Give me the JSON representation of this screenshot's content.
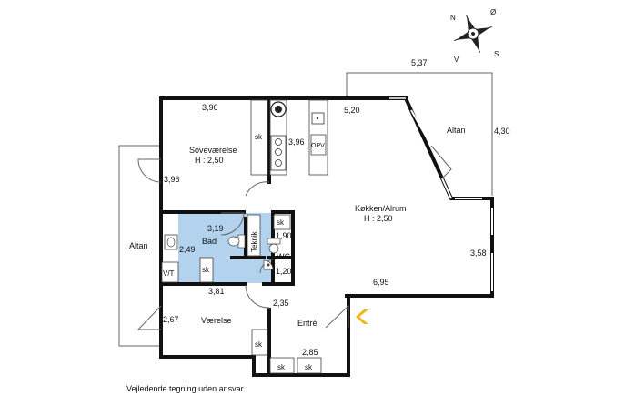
{
  "compass": {
    "n": "N",
    "o": "Ø",
    "s": "S",
    "v": "V"
  },
  "rooms": {
    "sovevaerelse": {
      "name": "Soveværelse",
      "height": "H : 2,50"
    },
    "koekken": {
      "name": "Køkken/Alrum",
      "height": "H : 2,50"
    },
    "bad": {
      "name": "Bad"
    },
    "wc": {
      "name": "WC"
    },
    "teknik": {
      "name": "Teknik"
    },
    "vaerelse": {
      "name": "Værelse"
    },
    "entre": {
      "name": "Entré"
    },
    "altan_left": {
      "name": "Altan"
    },
    "altan_right": {
      "name": "Altan"
    }
  },
  "dimensions": {
    "d_537": "5,37",
    "d_430": "4,30",
    "d_520": "5,20",
    "d_396_top": "3,96",
    "d_396_kitchen": "3,96",
    "d_396_left": "3,96",
    "d_319": "3,19",
    "d_249": "2,49",
    "d_190": "1,90",
    "d_120": "1,20",
    "d_358": "3,58",
    "d_695": "6,95",
    "d_381": "3,81",
    "d_235": "2,35",
    "d_267": "2,67",
    "d_285": "2,85"
  },
  "fixtures": {
    "sk": "sk",
    "opv": "OPV",
    "vt": "V/T"
  },
  "colors": {
    "bathroom": "#b3d2ee",
    "wall": "#111111",
    "entry_arrow": "#f2b417"
  },
  "disclaimer": "Vejledende tegning uden ansvar."
}
